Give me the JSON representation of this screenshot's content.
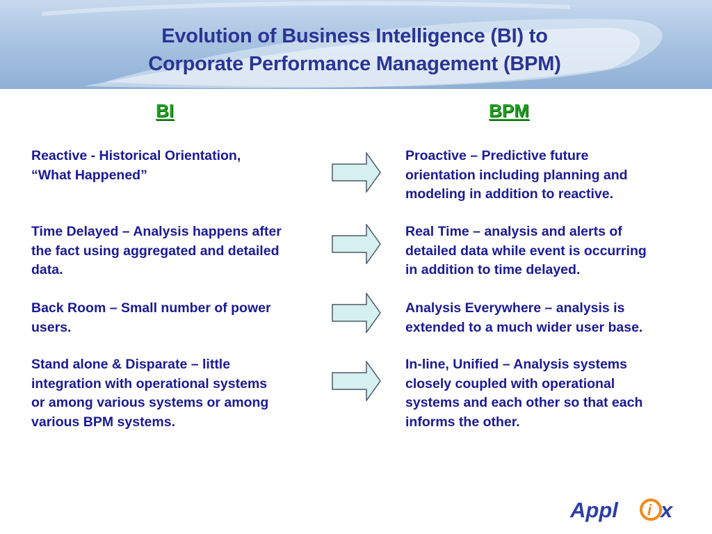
{
  "slide": {
    "title_line1": "Evolution of Business Intelligence (BI) to",
    "title_line2": "Corporate Performance Management (BPM)",
    "left_heading": "BI",
    "right_heading": "BPM"
  },
  "rows": [
    {
      "bi_lines": [
        "Reactive  -  Historical Orientation,",
        "“What Happened”"
      ],
      "bpm_lines": [
        "Proactive – Predictive future",
        "orientation including planning and",
        "modeling in addition to reactive."
      ]
    },
    {
      "bi_lines": [
        "Time Delayed – Analysis happens after",
        "the fact using aggregated and detailed",
        "data."
      ],
      "bpm_lines": [
        "Real Time – analysis and alerts of",
        "detailed data while event is occurring",
        "in addition to time delayed."
      ]
    },
    {
      "bi_lines": [
        "Back Room – Small number of power",
        "users."
      ],
      "bpm_lines": [
        "Analysis Everywhere – analysis is",
        "extended to a much wider user base."
      ]
    },
    {
      "bi_lines": [
        "Stand alone & Disparate – little",
        "integration with operational systems",
        "or among various systems or among",
        "various BPM systems."
      ],
      "bpm_lines": [
        "In-line, Unified – Analysis systems",
        "closely coupled with operational",
        "systems and each other so that each",
        "informs the other."
      ]
    }
  ],
  "logo": {
    "text_before": "Appl",
    "text_after": "x",
    "inner_letter": "i"
  },
  "colors": {
    "title": "#2a3495",
    "heading": "#1fa01f",
    "body": "#1a1a96",
    "arrow_fill": "#d6efef",
    "logo_blue": "#2e3ea8",
    "logo_orange": "#f08a1c"
  }
}
